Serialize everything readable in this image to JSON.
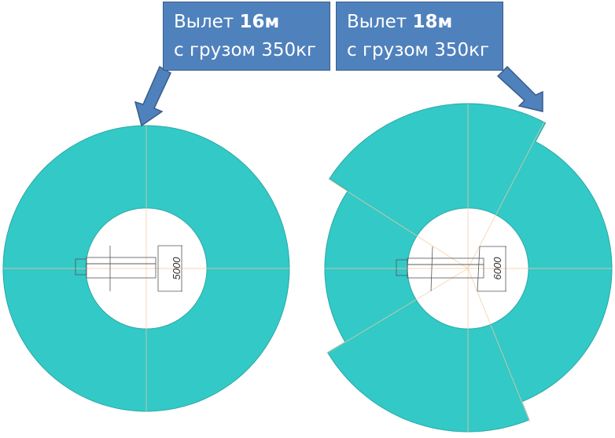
{
  "colors": {
    "zone": "#33c9c7",
    "callout": "#4f81bd",
    "callout_border": "#385d8a",
    "axis": "#f5c99a"
  },
  "callouts": [
    {
      "prefix": "Вылет ",
      "reach": "16м",
      "load": "с грузом 350кг"
    },
    {
      "prefix": "Вылет ",
      "reach": "18м",
      "load": "с грузом 350кг"
    }
  ],
  "dimensions": [
    "5000",
    "6000"
  ]
}
